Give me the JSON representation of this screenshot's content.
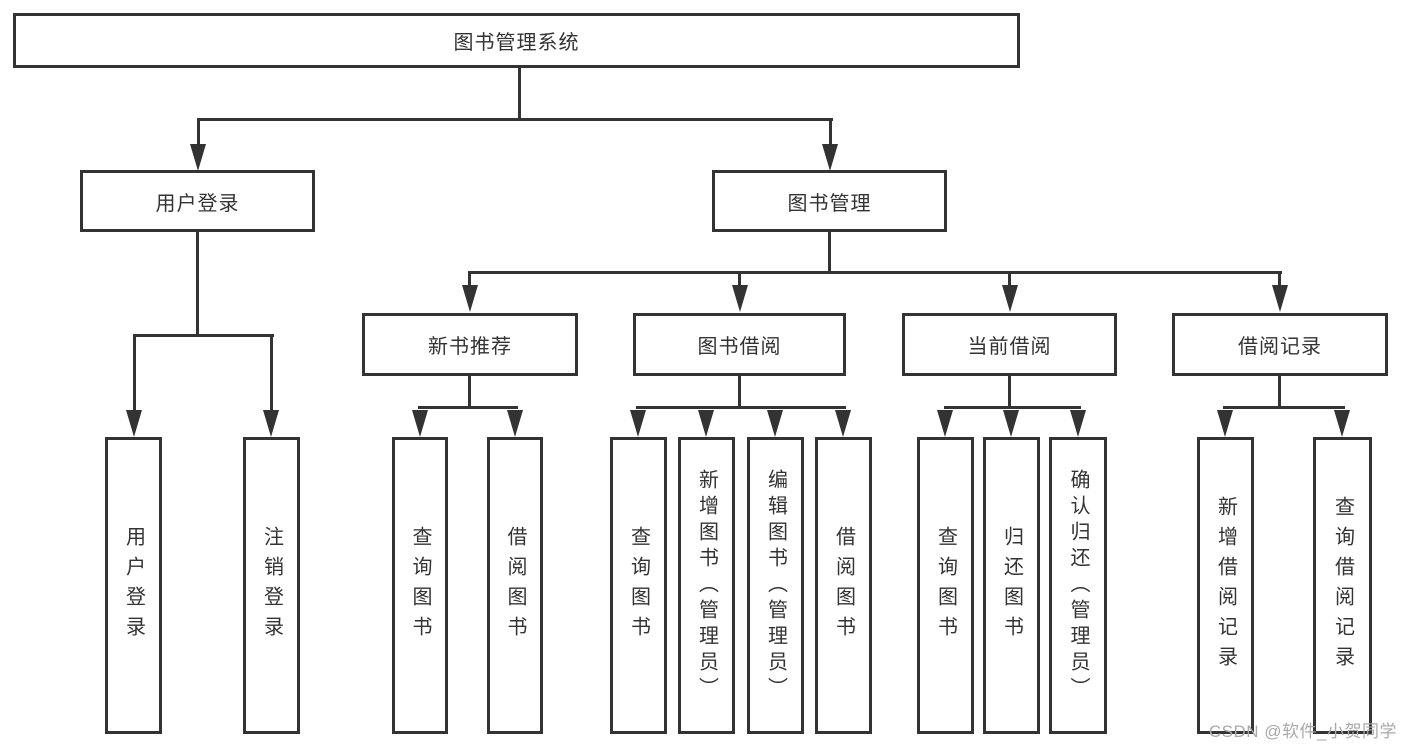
{
  "tree": {
    "root": {
      "label": "图书管理系统"
    },
    "children": [
      {
        "label": "用户登录",
        "children": [
          {
            "label": "用户登录"
          },
          {
            "label": "注销登录"
          }
        ]
      },
      {
        "label": "图书管理",
        "children": [
          {
            "label": "新书推荐",
            "children": [
              {
                "label": "查询图书"
              },
              {
                "label": "借阅图书"
              }
            ]
          },
          {
            "label": "图书借阅",
            "children": [
              {
                "label": "查询图书"
              },
              {
                "label": "新增图书（管理员）"
              },
              {
                "label": "编辑图书（管理员）"
              },
              {
                "label": "借阅图书"
              }
            ]
          },
          {
            "label": "当前借阅",
            "children": [
              {
                "label": "查询图书"
              },
              {
                "label": "归还图书"
              },
              {
                "label": "确认归还（管理员）"
              }
            ]
          },
          {
            "label": "借阅记录",
            "children": [
              {
                "label": "新增借阅记录"
              },
              {
                "label": "查询借阅记录"
              }
            ]
          }
        ]
      }
    ]
  },
  "watermark": {
    "text": "CSDN @软件_小贺同学"
  },
  "colors": {
    "line": "#333333",
    "text": "#333333",
    "background": "#ffffff",
    "watermark": "#a9a9a9"
  }
}
